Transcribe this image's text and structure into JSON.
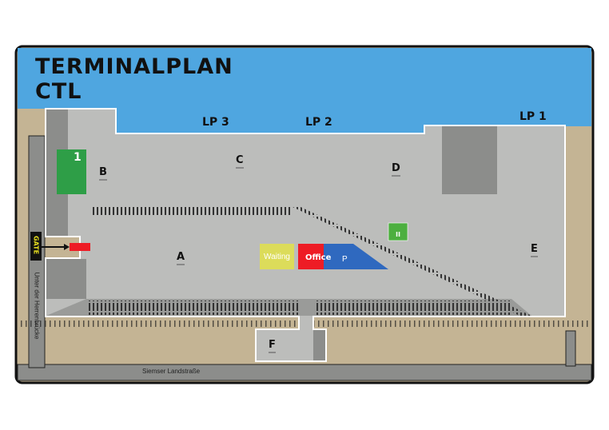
{
  "title": {
    "line1": "TERMINALPLAN",
    "line2": "CTL"
  },
  "loading_points": [
    "LP 3",
    "LP 2",
    "LP 1"
  ],
  "zones": [
    "A",
    "B",
    "C",
    "D",
    "E",
    "F"
  ],
  "gate_label": "GATE",
  "track_number": "1",
  "buildings": {
    "waiting": "Waiting",
    "office": "Office",
    "parking": "P"
  },
  "streets": {
    "vertical": "Unter der Herrenbrücke",
    "horizontal": "Siemser Landstraße"
  },
  "colors": {
    "water": "#4fa6e0",
    "land": "#c4b494",
    "terminal": "#bcbdbb",
    "dark": "#8c8d8b",
    "track": "#2e9e47",
    "waiting": "#dcdc5a",
    "office": "#ee1c25",
    "parking": "#2f69bf",
    "gate_marker": "#ee1c25"
  },
  "icons": [
    "assembly-point-icon",
    "arrow-right-icon"
  ]
}
